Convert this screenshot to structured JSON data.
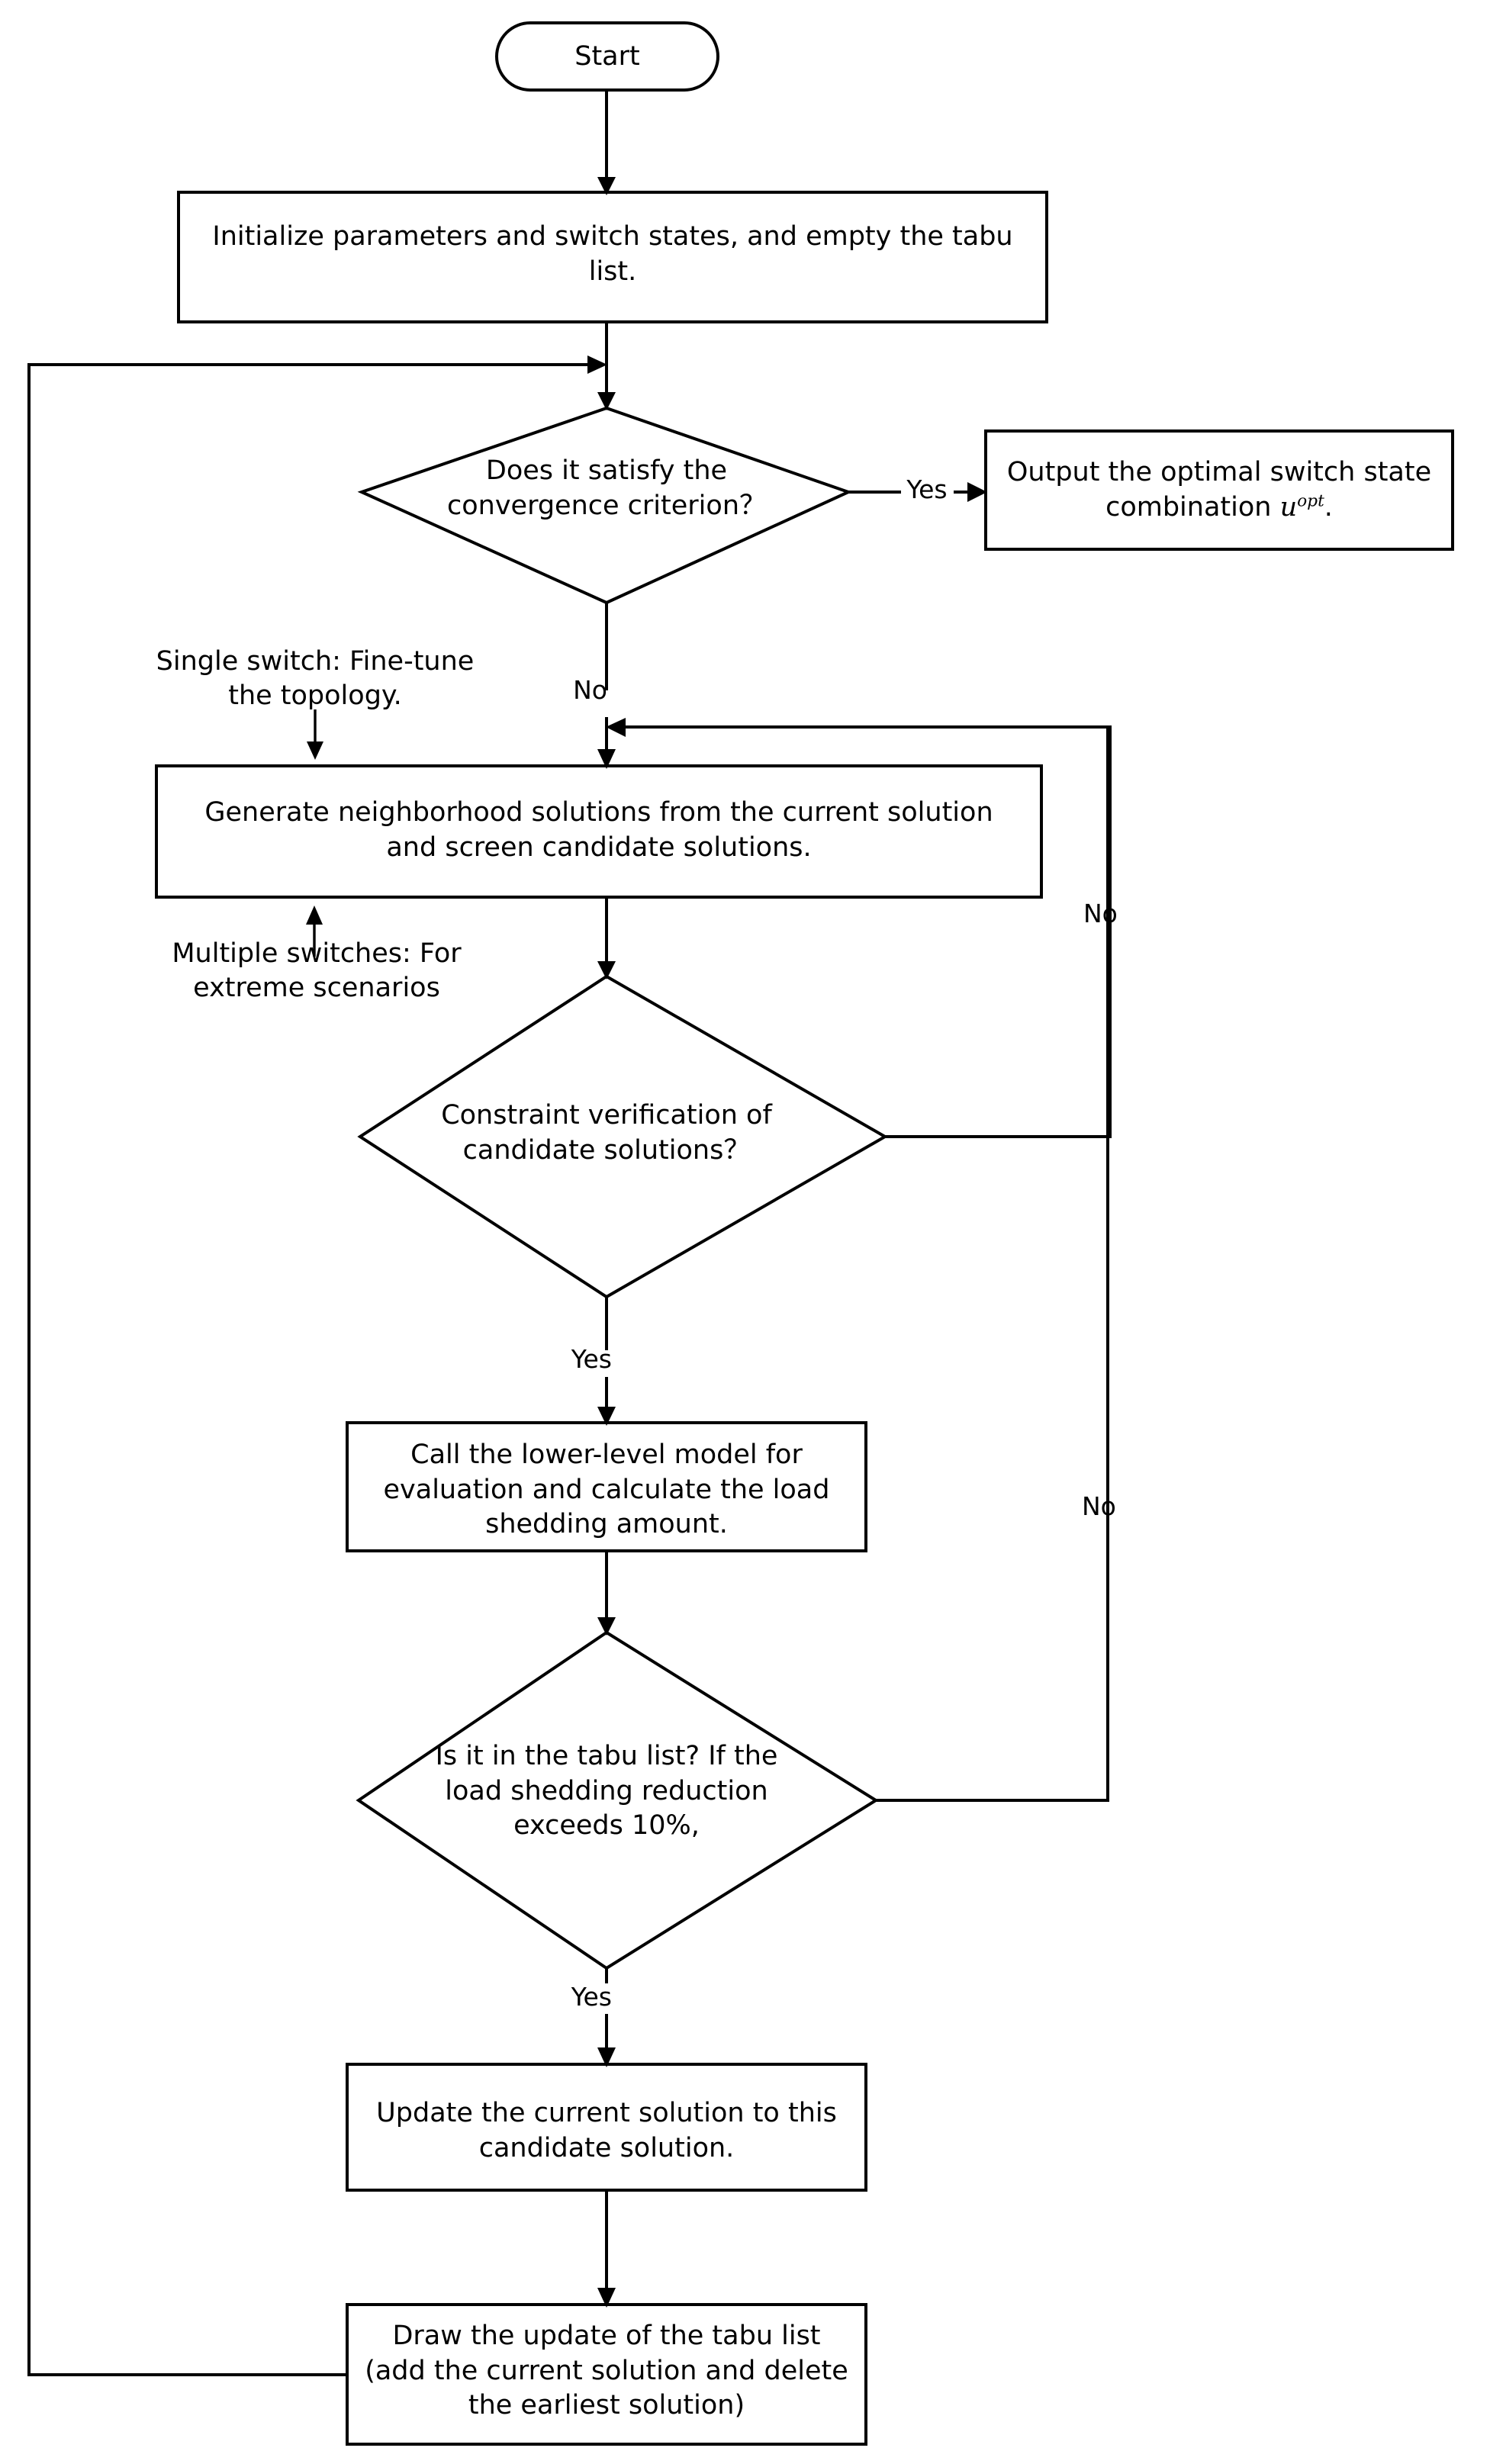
{
  "diagram": {
    "title": "Tabu search algorithm flowchart for optimal switch state combination",
    "background_color": "#ffffff",
    "line_color": "#000000",
    "text_color": "#000000"
  },
  "nodes": {
    "start": {
      "id": "start",
      "shape": "stadium",
      "label": "Start"
    },
    "initialize": {
      "id": "initialize",
      "shape": "rectangle",
      "label": "Initialize parameters and switch states, and empty the tabu list."
    },
    "convergence_check": {
      "id": "convergence_check",
      "shape": "diamond",
      "label": "Does it satisfy the\nconvergence criterion？"
    },
    "output_optimal": {
      "id": "output_optimal",
      "shape": "rectangle",
      "label_before": "Output the optimal switch state combination ",
      "label_math_base": "u",
      "label_math_sup": "opt",
      "label_after": "."
    },
    "generate_neighborhood": {
      "id": "generate_neighborhood",
      "shape": "rectangle",
      "label": "Generate neighborhood solutions from the current solution and screen candidate solutions."
    },
    "constraint_verification": {
      "id": "constraint_verification",
      "shape": "diamond",
      "label": "Constraint verification of\ncandidate solutions？"
    },
    "call_lower_model": {
      "id": "call_lower_model",
      "shape": "rectangle",
      "label": "Call the lower-level model for evaluation and calculate the load shedding amount."
    },
    "tabu_check": {
      "id": "tabu_check",
      "shape": "diamond",
      "label": "Is it in the tabu list? If the load shedding reduction exceeds 10%,"
    },
    "update_current": {
      "id": "update_current",
      "shape": "rectangle",
      "label": "Update the current solution to this candidate solution."
    },
    "update_tabu_list": {
      "id": "update_tabu_list",
      "shape": "rectangle",
      "label": "Draw the update of the tabu list (add the current solution and delete the earliest solution)"
    }
  },
  "edge_labels": {
    "convergence_yes": "Yes",
    "convergence_no": "No",
    "constraint_no": "No",
    "constraint_yes": "Yes",
    "tabu_no": "No",
    "tabu_yes": "Yes"
  },
  "annotations": {
    "single_switch": "Single switch: Fine-tune\nthe topology.",
    "multiple_switches": "Multiple switches: For\nextreme scenarios"
  }
}
